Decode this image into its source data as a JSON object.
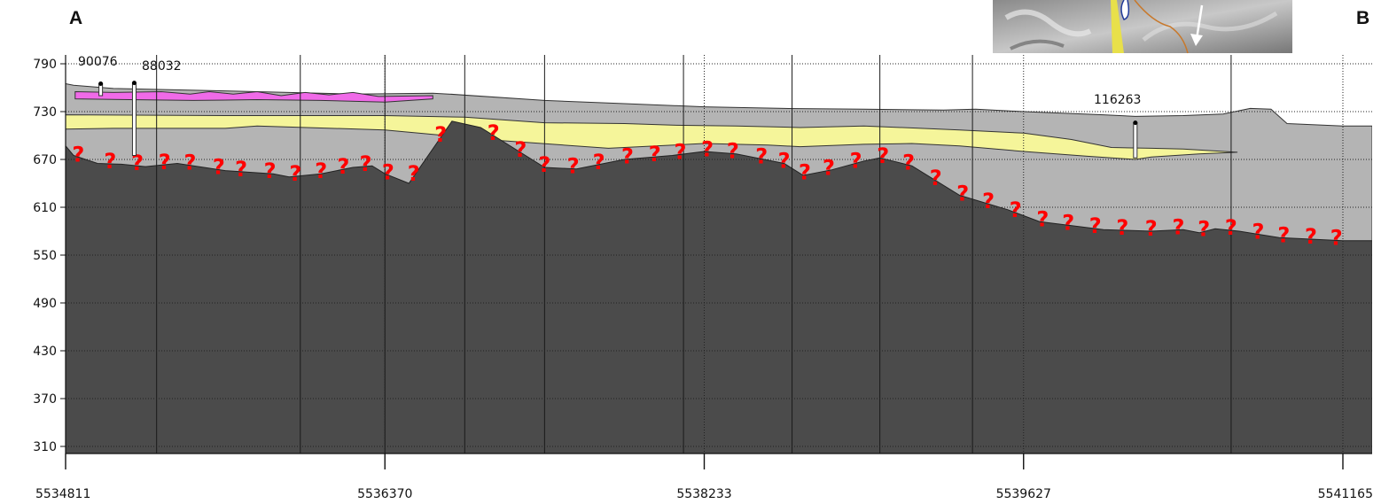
{
  "corner_labels": {
    "left": "A",
    "right": "B"
  },
  "chart_data": {
    "type": "area",
    "title": "",
    "xlabel": "",
    "ylabel": "",
    "x_tick_labels": [
      "5534811",
      "5536370",
      "5538233",
      "5539627",
      "5541165"
    ],
    "y_ticks": [
      790,
      730,
      670,
      610,
      550,
      490,
      430,
      370,
      310
    ],
    "ylim": [
      302,
      797
    ],
    "grid": true,
    "wells": [
      {
        "id": "90076",
        "x": 0.22,
        "top": 765,
        "bottom": 750
      },
      {
        "id": "88032",
        "x": 0.43,
        "top": 766,
        "bottom": 675
      },
      {
        "id": "116263",
        "x": 6.7,
        "top": 716,
        "bottom": 672
      }
    ],
    "series": [
      {
        "name": "",
        "color": "#b4b4b4",
        "x": [
          0,
          0.05,
          0.3,
          1.0,
          1.8,
          2.3,
          2.4,
          3.0,
          3.5,
          4.0,
          4.5,
          5.0,
          5.5,
          5.7,
          6.0,
          6.5,
          6.7,
          7.0,
          7.25,
          7.42,
          7.55,
          7.65,
          8.0
        ],
        "values": [
          765,
          763,
          759,
          756,
          752,
          753,
          752,
          744,
          740,
          736,
          734,
          733,
          732,
          733,
          730,
          726,
          724,
          725,
          727,
          734,
          733,
          715,
          712
        ]
      },
      {
        "name": "",
        "color": "#f5f59a",
        "x": [
          0,
          1.0,
          2.0,
          2.5,
          3.0,
          3.5,
          3.8,
          4.2,
          4.6,
          5.0,
          5.6,
          6.0,
          6.3,
          6.55,
          6.8,
          7.0,
          7.34
        ],
        "values": [
          726,
          725,
          725,
          723,
          716,
          715,
          713,
          712,
          710,
          712,
          707,
          703,
          695,
          685,
          684,
          683,
          679
        ],
        "lower_x": [
          0,
          0.3,
          1.0,
          1.2,
          2.0,
          2.7,
          3.4,
          4.0,
          4.4,
          4.6,
          5.0,
          5.3,
          5.6,
          6.0,
          6.4,
          6.7,
          6.8,
          7.1,
          7.34
        ],
        "lower_values": [
          708,
          709,
          709,
          712,
          707,
          694,
          684,
          690,
          688,
          686,
          689,
          690,
          687,
          680,
          674,
          670,
          673,
          677,
          679
        ]
      },
      {
        "name": "",
        "color": "#4b4b4b",
        "x": [
          0,
          0.05,
          0.2,
          0.35,
          0.5,
          0.7,
          1.0,
          1.3,
          1.4,
          1.6,
          1.8,
          1.92,
          2.0,
          2.15,
          2.42,
          2.6,
          3.0,
          3.2,
          3.5,
          3.8,
          4.0,
          4.2,
          4.5,
          4.62,
          4.8,
          5.0,
          5.1,
          5.3,
          5.6,
          5.9,
          6.1,
          6.5,
          6.8,
          7.0,
          7.1,
          7.2,
          7.35,
          7.6,
          7.8,
          8.0
        ],
        "values": [
          687,
          675,
          665,
          664,
          661,
          665,
          656,
          652,
          648,
          652,
          660,
          662,
          652,
          640,
          718,
          710,
          660,
          658,
          670,
          675,
          680,
          677,
          665,
          650,
          657,
          668,
          672,
          662,
          625,
          607,
          592,
          582,
          580,
          582,
          578,
          583,
          580,
          572,
          570,
          568
        ]
      }
    ],
    "uncertain_marker": "?",
    "uncertain_x": [
      0.08,
      0.28,
      0.45,
      0.62,
      0.78,
      0.96,
      1.1,
      1.28,
      1.44,
      1.6,
      1.74,
      1.88,
      2.02,
      2.18,
      2.35,
      2.68,
      2.85,
      3.0,
      3.18,
      3.34,
      3.52,
      3.69,
      3.85,
      4.02,
      4.18,
      4.36,
      4.5,
      4.63,
      4.78,
      4.95,
      5.12,
      5.28,
      5.45,
      5.62,
      5.78,
      5.95,
      6.12,
      6.28,
      6.45,
      6.62,
      6.8,
      6.97,
      7.13,
      7.3,
      7.47,
      7.63,
      7.8,
      7.96
    ]
  }
}
